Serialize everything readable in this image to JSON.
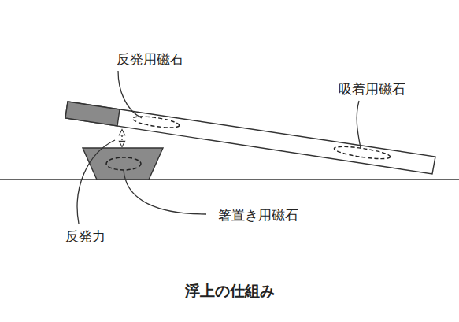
{
  "diagram": {
    "caption": "浮上の仕組み",
    "labels": [
      "反発用磁石",
      "吸着用磁石",
      "箸置き用磁石",
      "反発力"
    ]
  }
}
